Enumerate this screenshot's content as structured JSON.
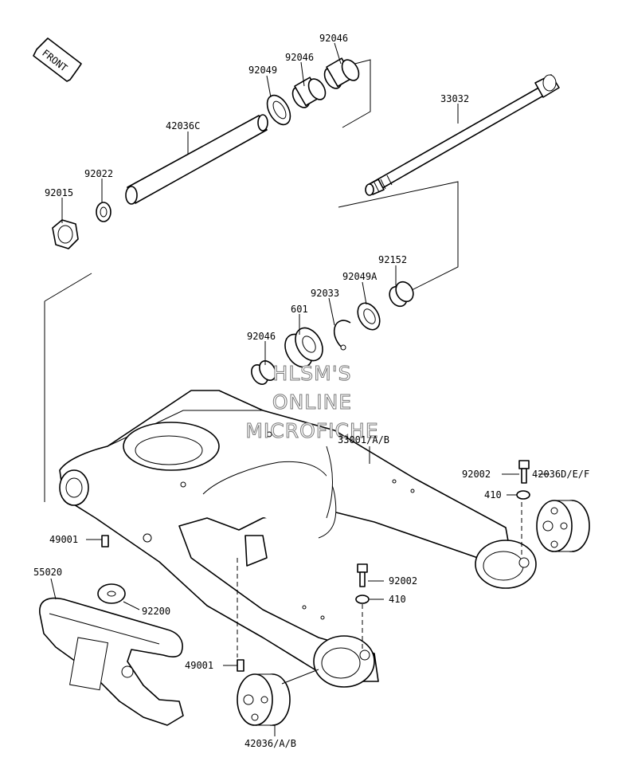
{
  "diagram": {
    "front_tag": "FRONT",
    "watermark": [
      "HLSM'S",
      "ONLINE",
      "MICROFICHE"
    ],
    "labels": {
      "p92046_top": "92046",
      "p92046_mid": "92046",
      "p92049": "92049",
      "p33032": "33032",
      "p42036C": "42036C",
      "p92022": "92022",
      "p92015": "92015",
      "p92152": "92152",
      "p92049A": "92049A",
      "p92033": "92033",
      "p601": "601",
      "p92046_low": "92046",
      "p33001": "33001/A/B",
      "p92002_right": "92002",
      "p42036DEF": "42036D/E/F",
      "p410_right": "410",
      "p49001_left": "49001",
      "p55020": "55020",
      "p92002_center": "92002",
      "p410_center": "410",
      "p92200": "92200",
      "p49001_bottom": "49001",
      "p42036AB": "42036/A/B"
    }
  }
}
